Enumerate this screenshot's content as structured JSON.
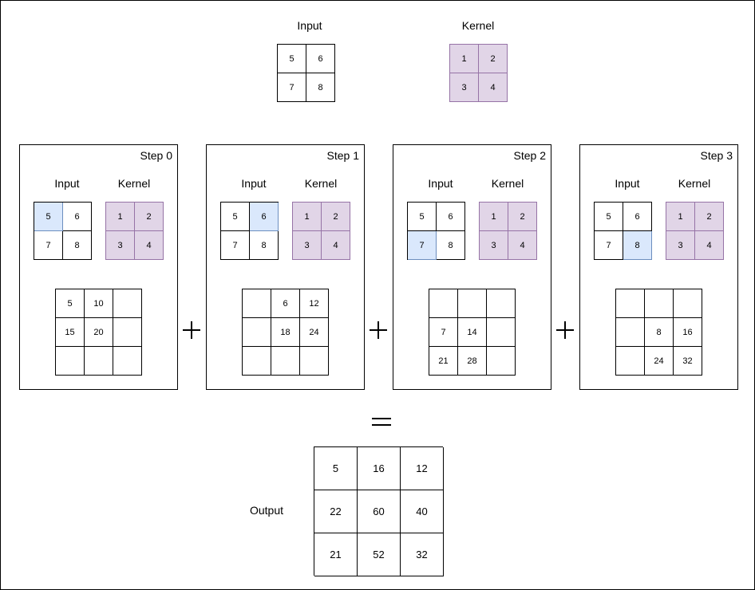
{
  "top": {
    "input_label": "Input",
    "kernel_label": "Kernel",
    "input": [
      "5",
      "6",
      "7",
      "8"
    ],
    "kernel": [
      "1",
      "2",
      "3",
      "4"
    ]
  },
  "steps": [
    {
      "title": "Step 0",
      "input_label": "Input",
      "kernel_label": "Kernel",
      "input": [
        "5",
        "6",
        "7",
        "8"
      ],
      "kernel": [
        "1",
        "2",
        "3",
        "4"
      ],
      "highlight": 0,
      "result": [
        "5",
        "10",
        "",
        "15",
        "20",
        "",
        "",
        "",
        ""
      ]
    },
    {
      "title": "Step 1",
      "input_label": "Input",
      "kernel_label": "Kernel",
      "input": [
        "5",
        "6",
        "7",
        "8"
      ],
      "kernel": [
        "1",
        "2",
        "3",
        "4"
      ],
      "highlight": 1,
      "result": [
        "",
        "6",
        "12",
        "",
        "18",
        "24",
        "",
        "",
        ""
      ]
    },
    {
      "title": "Step 2",
      "input_label": "Input",
      "kernel_label": "Kernel",
      "input": [
        "5",
        "6",
        "7",
        "8"
      ],
      "kernel": [
        "1",
        "2",
        "3",
        "4"
      ],
      "highlight": 2,
      "result": [
        "",
        "",
        "",
        "7",
        "14",
        "",
        "21",
        "28",
        ""
      ]
    },
    {
      "title": "Step 3",
      "input_label": "Input",
      "kernel_label": "Kernel",
      "input": [
        "5",
        "6",
        "7",
        "8"
      ],
      "kernel": [
        "1",
        "2",
        "3",
        "4"
      ],
      "highlight": 3,
      "result": [
        "",
        "",
        "",
        "",
        "8",
        "16",
        "",
        "24",
        "32"
      ]
    }
  ],
  "output": {
    "label": "Output",
    "values": [
      "5",
      "16",
      "12",
      "22",
      "60",
      "40",
      "21",
      "52",
      "32"
    ]
  },
  "colors": {
    "kernel_fill": "#e1d5e7",
    "kernel_border": "#9673a6",
    "highlight_fill": "#dae8fc",
    "highlight_border": "#6c8ebf"
  }
}
